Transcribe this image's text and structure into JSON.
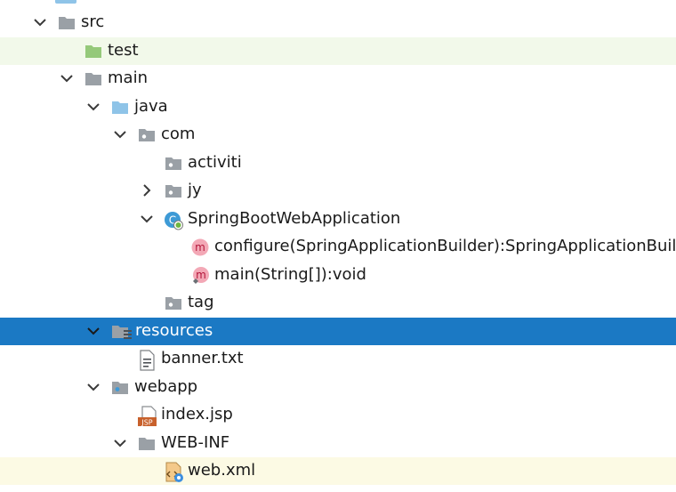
{
  "tree": {
    "nodes": [
      {
        "label": "src",
        "arrow": "down",
        "icon": "folder-gray",
        "depth": 0
      },
      {
        "label": "test",
        "arrow": "none",
        "icon": "folder-green",
        "depth": 1,
        "highlight": "green"
      },
      {
        "label": "main",
        "arrow": "down",
        "icon": "folder-gray",
        "depth": 1
      },
      {
        "label": "java",
        "arrow": "down",
        "icon": "folder-blue",
        "depth": 2
      },
      {
        "label": "com",
        "arrow": "down",
        "icon": "package",
        "depth": 3
      },
      {
        "label": "activiti",
        "arrow": "none",
        "icon": "package",
        "depth": 4
      },
      {
        "label": "jy",
        "arrow": "right",
        "icon": "package",
        "depth": 4
      },
      {
        "label": "SpringBootWebApplication",
        "arrow": "down",
        "icon": "spring-class",
        "depth": 4
      },
      {
        "label": "configure(SpringApplicationBuilder):SpringApplicationBuilder",
        "arrow": "none",
        "icon": "method",
        "depth": 5
      },
      {
        "label": "main(String[]):void",
        "arrow": "none",
        "icon": "method-static",
        "depth": 5
      },
      {
        "label": "tag",
        "arrow": "none",
        "icon": "package",
        "depth": 4
      },
      {
        "label": "resources",
        "arrow": "down",
        "icon": "folder-resources",
        "depth": 2,
        "selected": true
      },
      {
        "label": "banner.txt",
        "arrow": "none",
        "icon": "text-file",
        "depth": 3
      },
      {
        "label": "webapp",
        "arrow": "down",
        "icon": "folder-web",
        "depth": 2
      },
      {
        "label": "index.jsp",
        "arrow": "none",
        "icon": "jsp-file",
        "depth": 3
      },
      {
        "label": "WEB-INF",
        "arrow": "down",
        "icon": "folder-gray",
        "depth": 3
      },
      {
        "label": "web.xml",
        "arrow": "none",
        "icon": "xml-file",
        "depth": 4,
        "highlight": "yellow"
      }
    ]
  },
  "colors": {
    "selection": "#1b79c4",
    "folder_gray": "#9aa0a6",
    "folder_blue": "#8fc4e8",
    "folder_green": "#95c97a",
    "method_badge": "#f3a8b6"
  }
}
